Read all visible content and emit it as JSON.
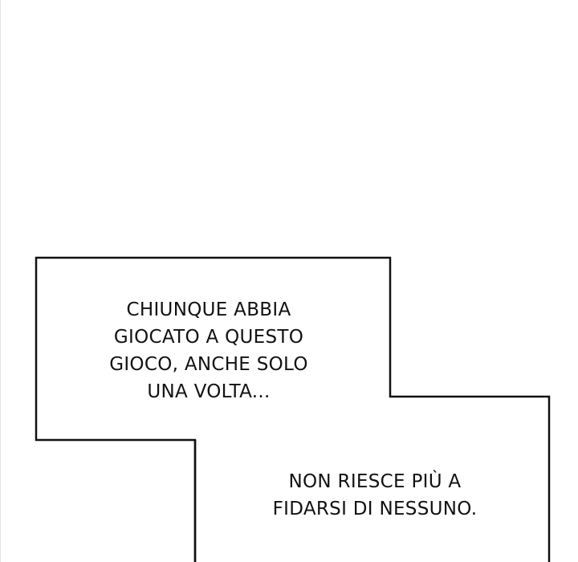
{
  "panel_one": {
    "lines": [
      "CHIUNQUE ABBIA",
      "GIOCATO A QUESTO",
      "GIOCO, ANCHE SOLO",
      "UNA VOLTA..."
    ]
  },
  "panel_two": {
    "lines": [
      "NON RIESCE PIÙ A",
      "FIDARSI DI NESSUNO."
    ]
  },
  "colors": {
    "background": "#ffffff",
    "ink": "#111111"
  }
}
